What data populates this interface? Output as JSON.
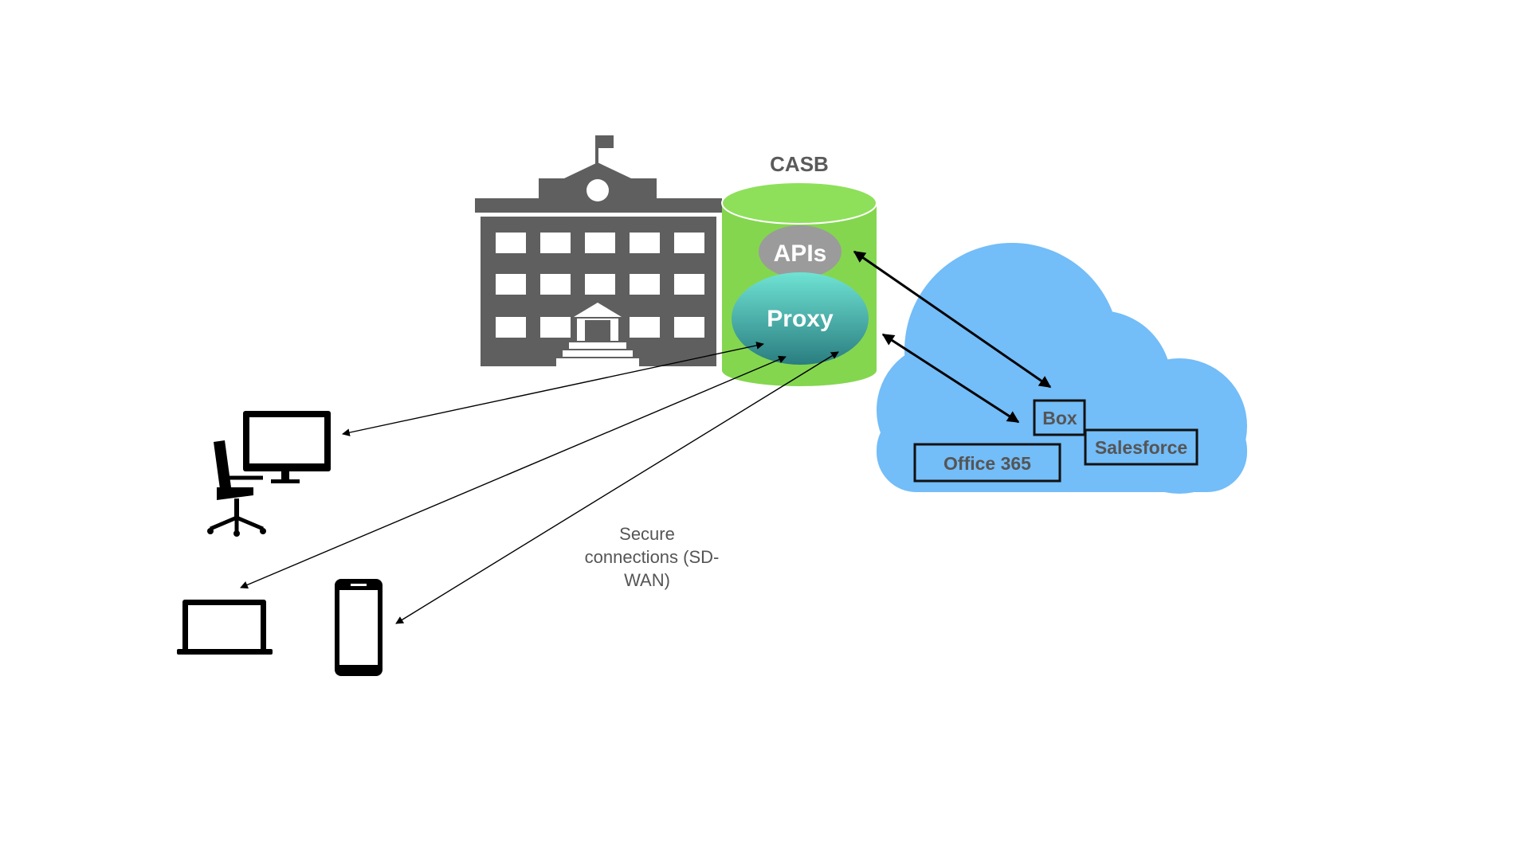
{
  "casb": {
    "title": "CASB",
    "apis_label": "APIs",
    "proxy_label": "Proxy"
  },
  "cloud_apps": {
    "box": "Box",
    "salesforce": "Salesforce",
    "office365": "Office 365"
  },
  "connection_label": {
    "line1": "Secure",
    "line2": "connections (SD-",
    "line3": "WAN)"
  },
  "colors": {
    "casb_green": "#84d64f",
    "cloud_blue": "#73bdf8",
    "building_gray": "#5f5f5f",
    "apis_gray": "#9b9b9b",
    "proxy_teal": "#3fb6ad",
    "device_black": "#000000"
  },
  "icons": {
    "building": "school-building-icon",
    "desktop": "desktop-computer-icon",
    "chair": "office-chair-icon",
    "laptop": "laptop-icon",
    "phone": "smartphone-icon",
    "cloud": "cloud-icon"
  }
}
